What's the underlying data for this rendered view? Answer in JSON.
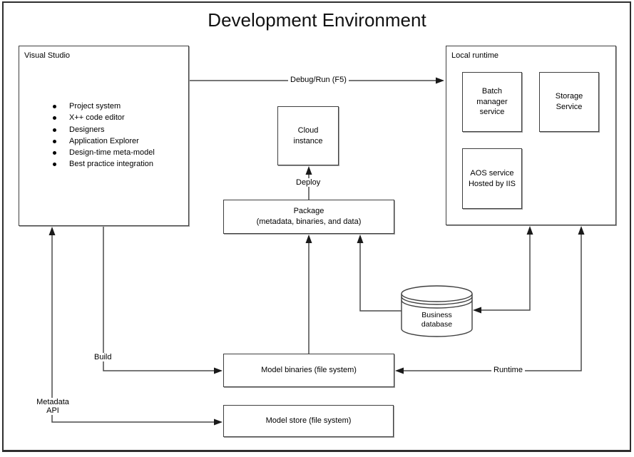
{
  "title": "Development Environment",
  "visual_studio": {
    "label": "Visual Studio",
    "bullets": [
      "Project system",
      "X++ code editor",
      "Designers",
      "Application Explorer",
      "Design-time meta-model",
      "Best practice integration"
    ]
  },
  "local_runtime": {
    "label": "Local runtime",
    "batch_service": "Batch manager service",
    "storage_service": "Storage Service",
    "aos_line1": "AOS service",
    "aos_line2": "Hosted by IIS"
  },
  "cloud_instance": "Cloud instance",
  "package": {
    "line1": "Package",
    "line2": "(metadata, binaries, and data)"
  },
  "business_database": "Business database",
  "model_binaries": "Model binaries (file system)",
  "model_store": "Model store (file system)",
  "edges": {
    "debug_run": "Debug/Run (F5)",
    "deploy": "Deploy",
    "build": "Build",
    "metadata_line1": "Metadata",
    "metadata_line2": "API",
    "runtime": "Runtime"
  },
  "colors": {
    "line": "#4a4a4a",
    "arrowhead": "#1a1a1a",
    "background": "#ffffff",
    "text": "#000000"
  }
}
